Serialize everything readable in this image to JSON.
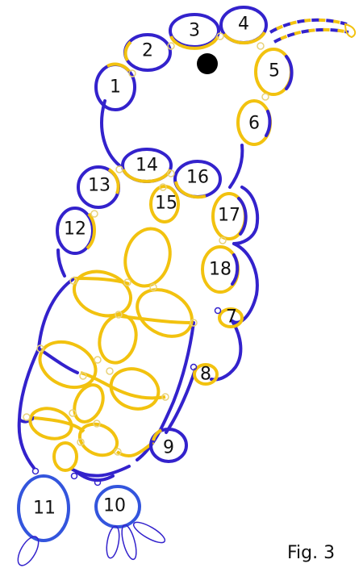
{
  "figure": {
    "caption": "Fig. 3",
    "labels": {
      "r1": "1",
      "r2": "2",
      "r3": "3",
      "r4": "4",
      "r5": "5",
      "r6": "6",
      "r7": "7",
      "r8": "8",
      "r9": "9",
      "r10": "10",
      "r11": "11",
      "r12": "12",
      "r13": "13",
      "r14": "14",
      "r15": "15",
      "r16": "16",
      "r17": "17",
      "r18": "18"
    }
  },
  "colors": {
    "thread_blue": "#3322cc",
    "thread_gold": "#f2c20f",
    "eye": "#000000"
  }
}
